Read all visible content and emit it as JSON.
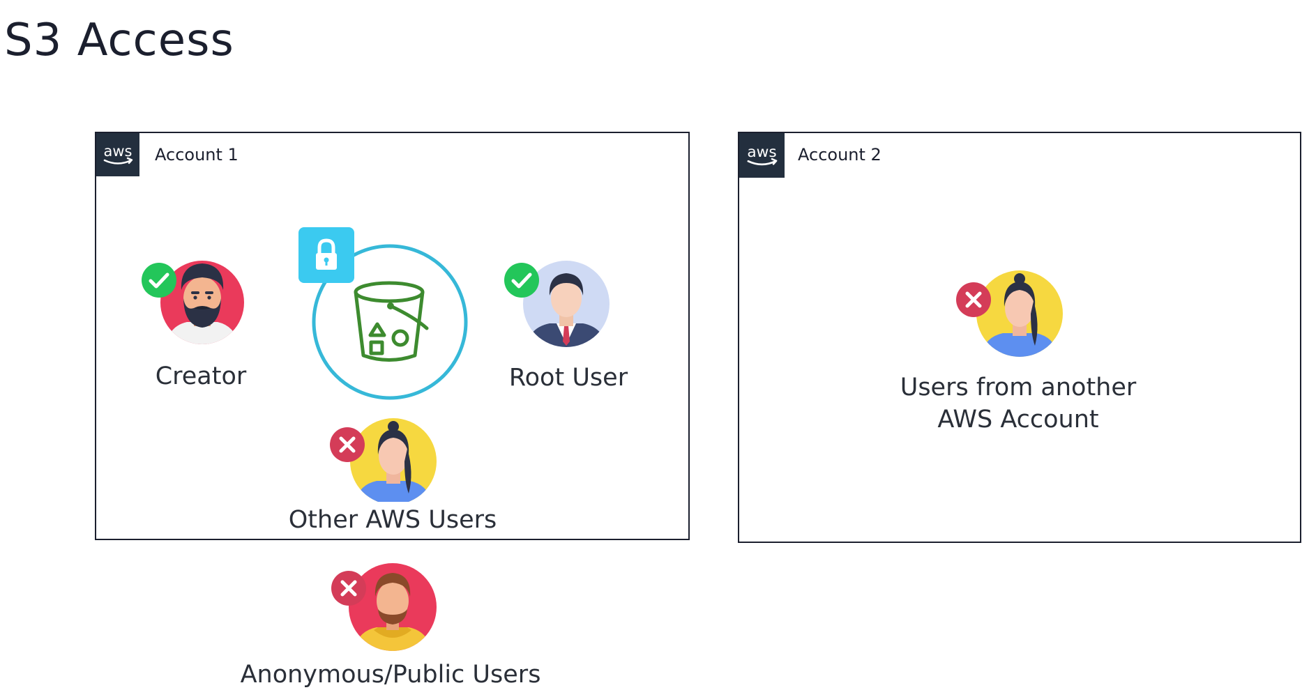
{
  "title": "S3 Access",
  "accounts": [
    {
      "badge": "aws",
      "label": "Account 1"
    },
    {
      "badge": "aws",
      "label": "Account 2"
    }
  ],
  "actors": {
    "creator": {
      "label": "Creator",
      "status": "allowed",
      "icon": "bearded-man-avatar"
    },
    "root_user": {
      "label": "Root User",
      "status": "allowed",
      "icon": "businessman-avatar"
    },
    "other_aws_users": {
      "label": "Other AWS Users",
      "status": "denied",
      "icon": "woman-avatar"
    },
    "cross_account": {
      "label_line1": "Users from another",
      "label_line2": "AWS Account",
      "status": "denied",
      "icon": "woman-avatar"
    },
    "anonymous": {
      "label": "Anonymous/Public Users",
      "status": "denied",
      "icon": "man-hoodie-avatar"
    }
  },
  "bucket": {
    "icon": "s3-bucket-icon",
    "lock_icon": "lock-icon"
  },
  "colors": {
    "allowed": "#23c65a",
    "denied": "#d43c58",
    "bucket_green": "#3d8b2f",
    "ring": "#36b8d8",
    "lock_bg": "#3bcaf0",
    "aws_dark": "#232f3e",
    "aws_orange": "#ff9900"
  }
}
